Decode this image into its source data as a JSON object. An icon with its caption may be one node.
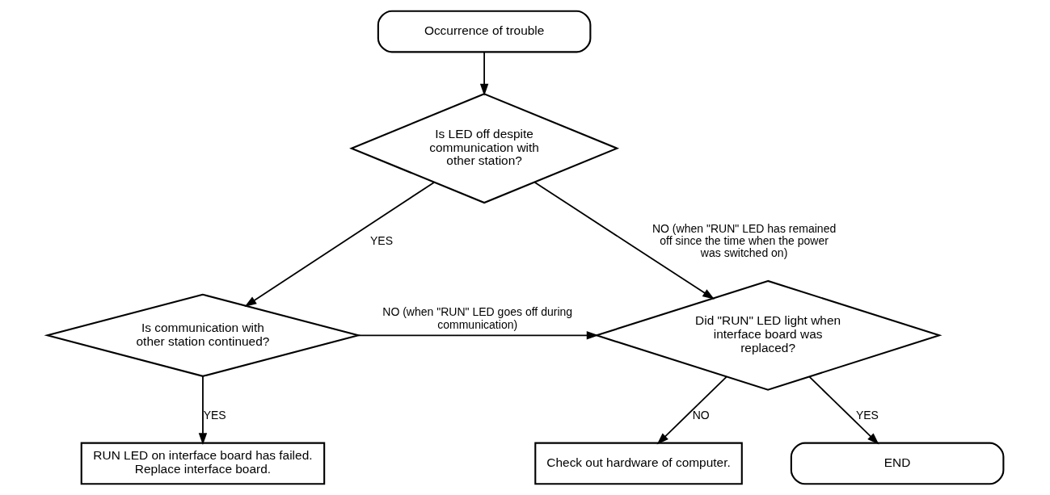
{
  "diagram": {
    "nodes": [
      {
        "text": [
          "Occurrence of trouble"
        ]
      },
      {
        "text": [
          "Is LED off despite communication with other station?"
        ]
      },
      {
        "text": [
          "Is communication with other station continued?"
        ]
      },
      {
        "text": [
          "RUN LED on interface board has failed. Replace interface board."
        ]
      },
      {
        "text": [
          "Did \"RUN\" LED light when interface board was replaced?"
        ]
      },
      {
        "text": [
          "Check out hardware of computer."
        ]
      },
      {
        "text": [
          "END"
        ]
      }
    ],
    "edges": [
      {
        "from": 0,
        "to": 1,
        "arrow": "to"
      },
      {
        "from": 1,
        "to": 4,
        "arrow": "to",
        "label": "NO (when \"RUN\" LED has remained off since the time when the power was switched on)"
      },
      {
        "from": 1,
        "to": 2,
        "arrow": "to",
        "label": "YES"
      },
      {
        "from": 2,
        "to": 4,
        "arrow": "to",
        "label": "NO (when \"RUN\" LED goes off during communication)"
      },
      {
        "from": 2,
        "to": 3,
        "arrow": "to",
        "label": "YES"
      },
      {
        "from": 4,
        "to": 6,
        "arrow": "to",
        "label": "YES"
      },
      {
        "from": 4,
        "to": 5,
        "arrow": "to",
        "label": "NO"
      }
    ]
  }
}
